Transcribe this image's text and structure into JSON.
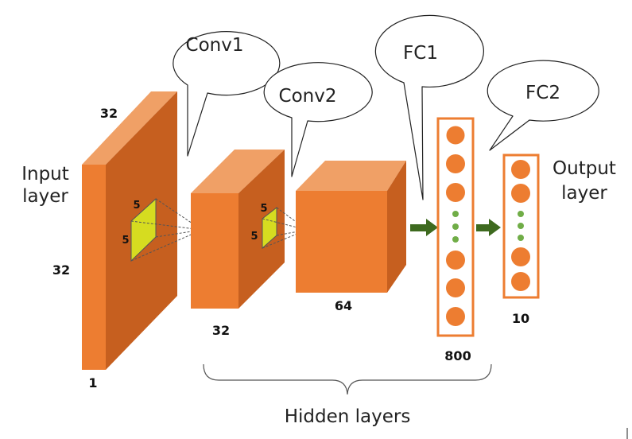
{
  "colors": {
    "face_front": "#ed7d31",
    "face_top": "#f0a066",
    "face_side": "#c65f1f",
    "kernel": "#d6dc20",
    "arrow": "#3e6a1f",
    "dots": "#70ad47",
    "node": "#ed7d31",
    "column_border": "#ed7d31"
  },
  "labels": {
    "input_layer": [
      "Input",
      "layer"
    ],
    "output_layer": [
      "Output",
      "layer"
    ],
    "hidden_layers": "Hidden layers"
  },
  "bubbles": {
    "conv1": "Conv1",
    "conv2": "Conv2",
    "fc1": "FC1",
    "fc2": "FC2"
  },
  "dims": {
    "input_width": "32",
    "input_height": "32",
    "input_depth": "1",
    "conv1_size": "32",
    "conv2_size": "64",
    "fc1_size": "800",
    "fc2_size": "10"
  },
  "kernels": {
    "k1_a": "5",
    "k1_b": "5",
    "k2_a": "5",
    "k2_b": "5"
  }
}
